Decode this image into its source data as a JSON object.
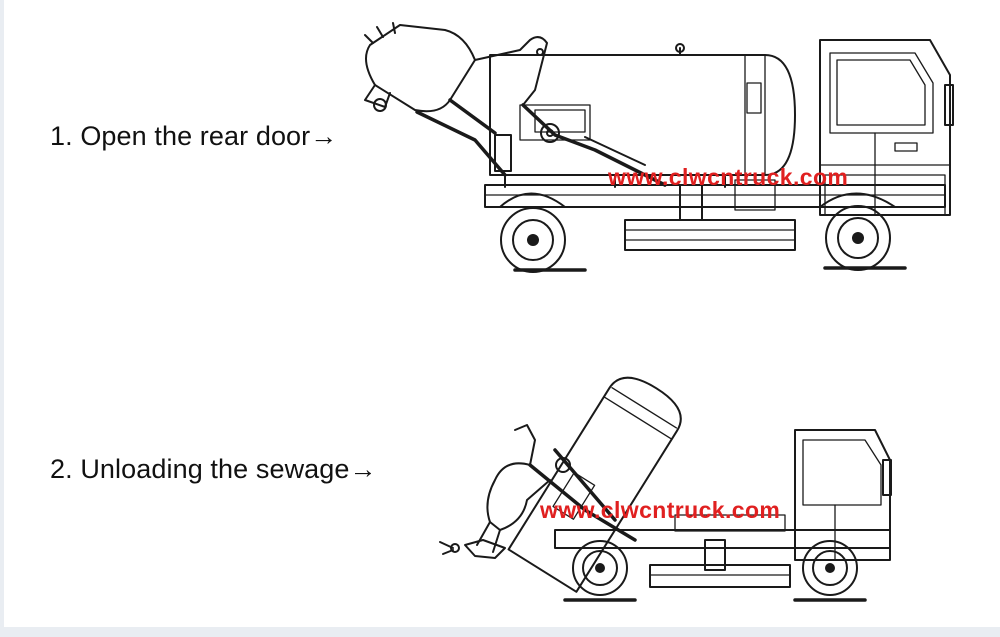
{
  "steps": [
    {
      "text": "1. Open the rear door→"
    },
    {
      "text": "2. Unloading the sewage→"
    }
  ],
  "watermark": {
    "text": "www.clwcntruck.com",
    "color": "#e02020"
  },
  "colors": {
    "background": "#ffffff",
    "line": "#1a1a1a",
    "text": "#111111",
    "edge": "#e9edf2"
  }
}
